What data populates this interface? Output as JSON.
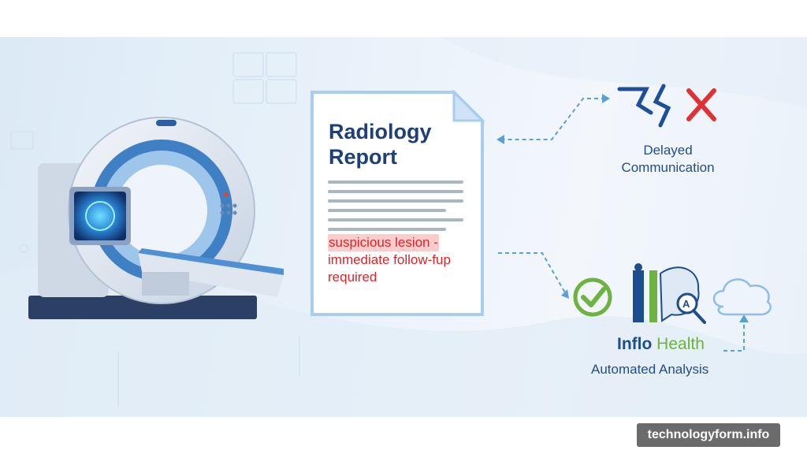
{
  "report": {
    "title_line1": "Radiology",
    "title_line2": "Report",
    "finding_line1": "suspicious lesion -",
    "finding_line2": "immediate follow-fup",
    "finding_line3": "required"
  },
  "delayed": {
    "line1": "Delayed",
    "line2": "Communication"
  },
  "brand": {
    "name_part1": "Inflo",
    "name_part2": "Health",
    "tagline": "Automated Analysis"
  },
  "watermark": "technologyform.info",
  "colors": {
    "primary_blue": "#1d3f7a",
    "alert_red": "#d8262a",
    "brand_green": "#6cb33f",
    "dashed_line": "#5aa0d8"
  },
  "icons": [
    "ct-scanner-icon",
    "broken-link-icon",
    "red-x-icon",
    "green-check-icon",
    "ai-brain-icon",
    "cloud-icon"
  ]
}
